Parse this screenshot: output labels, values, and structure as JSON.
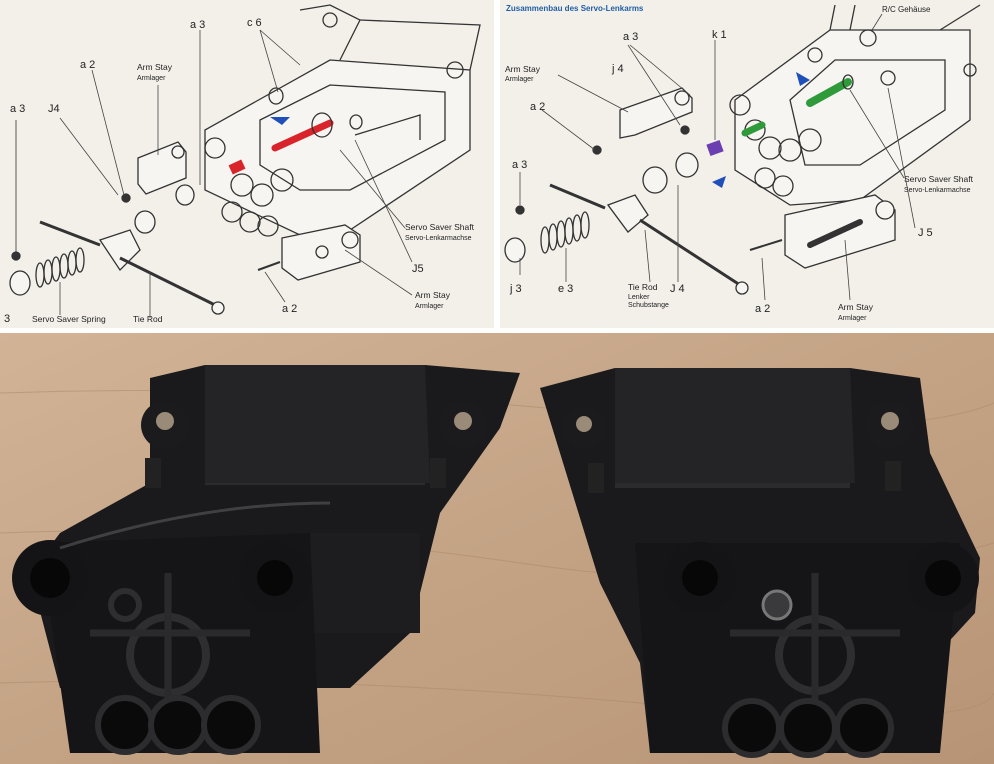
{
  "left_diagram": {
    "labels": {
      "a3_left": "a 3",
      "j4": "J4",
      "a2_top": "a 2",
      "arm_stay_top": "Arm Stay",
      "armlager_top": "Armlager",
      "a3_top": "a 3",
      "c6": "c 6",
      "servo_saver_shaft": "Servo Saver Shaft",
      "servo_lenkarmachse": "Servo-Lenkarmachse",
      "j5": "J5",
      "arm_stay_bottom": "Arm Stay",
      "armlager_bottom": "Armlager",
      "a2_bottom": "a 2",
      "servo_saver_spring": "Servo Saver Spring",
      "tie_rod": "Tie Rod",
      "bottom_3": "3"
    }
  },
  "right_diagram": {
    "labels": {
      "heading": "Zusammenbau des Servo-Lenkarms",
      "rc_gehaeuse": "R/C Gehäuse",
      "a3_top": "a 3",
      "k1": "k 1",
      "arm_stay": "Arm Stay",
      "armlager": "Armlager",
      "j4_top": "j 4",
      "a2_left": "a 2",
      "a3_left": "a 3",
      "servo_saver_shaft": "Servo Saver Shaft",
      "servo_lenkarmachse": "Servo-Lenkarmachse",
      "j5": "J 5",
      "j3": "j 3",
      "e3": "e 3",
      "tie_rod": "Tie Rod",
      "lenker": "Lenker",
      "schubstange": "Schubstange",
      "j4_bottom": "J 4",
      "a2_bottom": "a 2",
      "arm_stay_bottom": "Arm Stay",
      "armlager_bottom": "Armlager"
    }
  },
  "colors": {
    "paper": "#f3f0ea",
    "wood": "#c9a98a",
    "plastic": "#1a1a1c",
    "heading_blue": "#1f5ea8",
    "shaft_red": "#d8242a",
    "shaft_green": "#2f9a3a",
    "spacer_purple": "#6b3fb0",
    "arrow_blue": "#1f4fb8"
  }
}
